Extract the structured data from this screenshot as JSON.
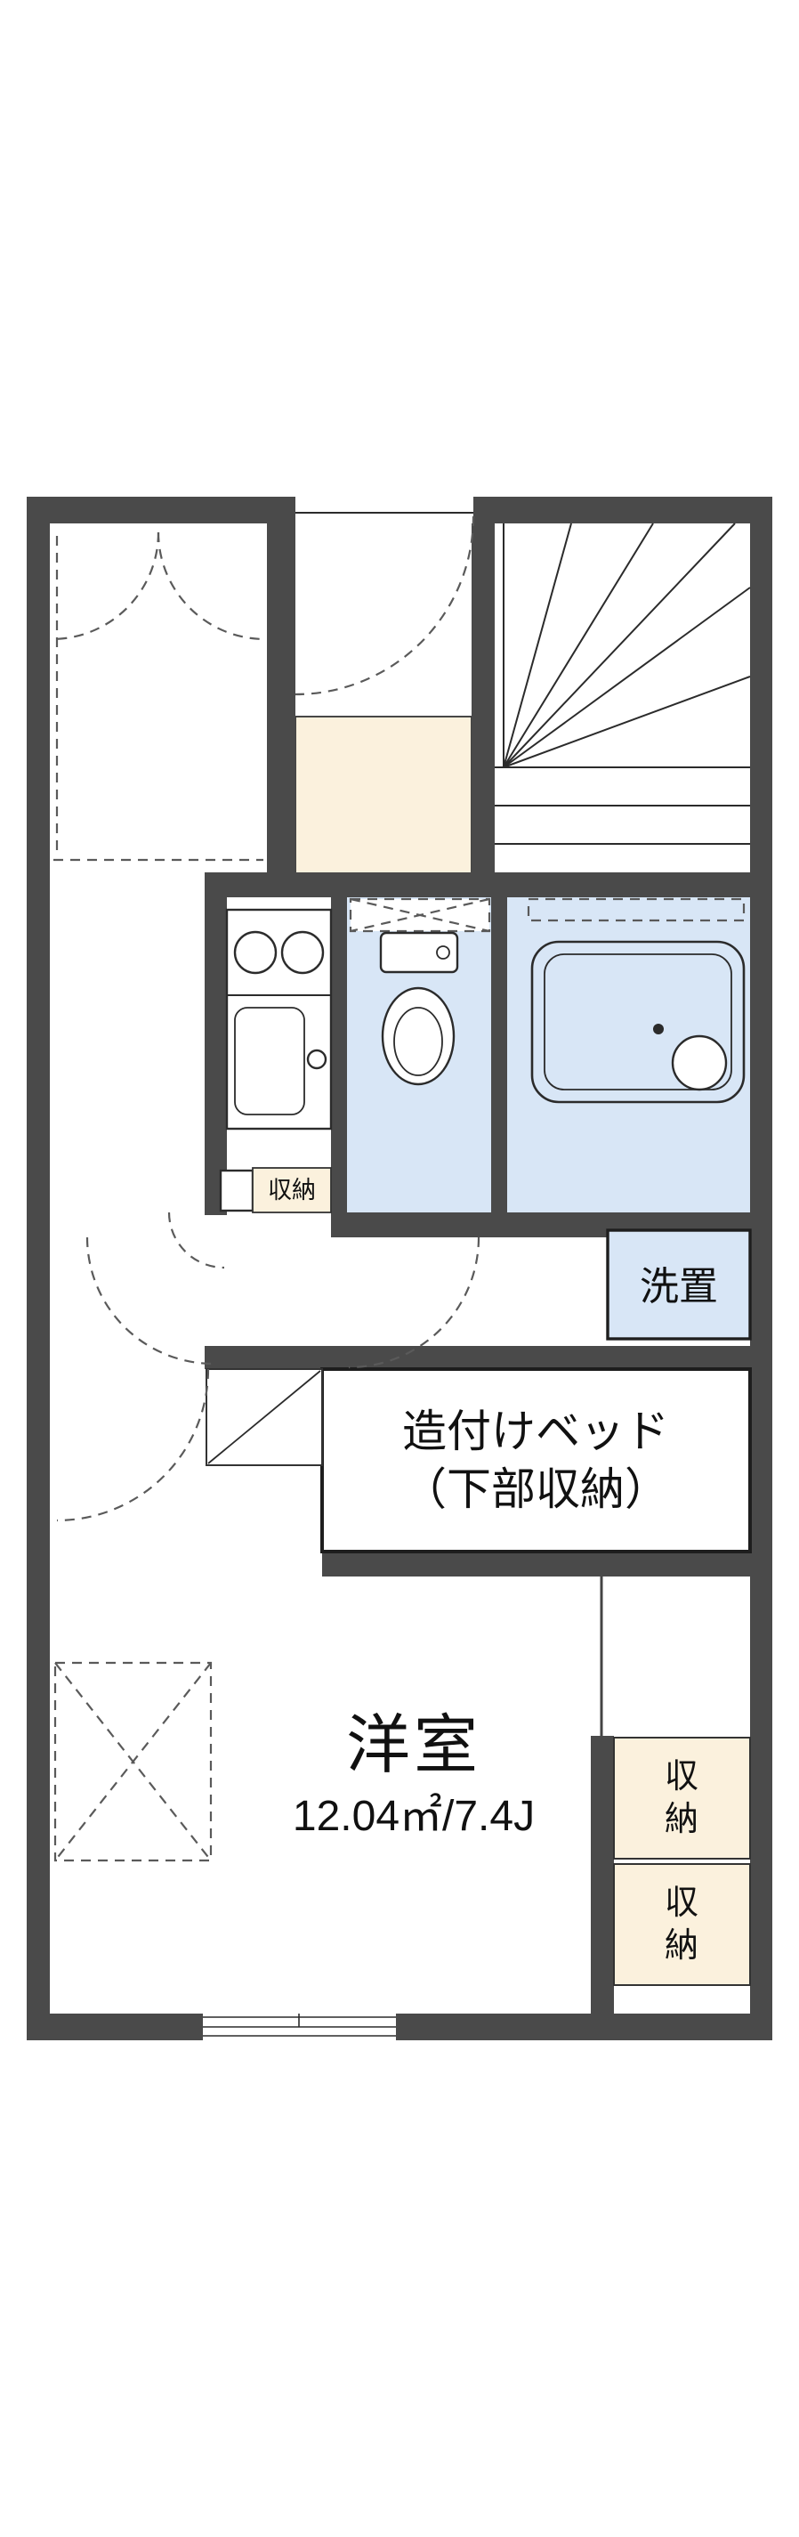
{
  "floorplan": {
    "main_room": {
      "name": "洋室",
      "area": "12.04㎡/7.4J"
    },
    "bed": {
      "label_line1": "造付けベッド",
      "label_line2": "（下部収納）"
    },
    "washer": {
      "label": "洗置"
    },
    "kitchen_storage": {
      "label": "収納"
    },
    "right_storage_boxes": [
      {
        "chars": [
          "収",
          "納"
        ]
      },
      {
        "chars": [
          "収",
          "納"
        ]
      }
    ],
    "colors": {
      "wall": "#4a4a4a",
      "water_blue": "#d8e6f6",
      "storage_cream": "#fbf1dd",
      "outline": "#2b2b2b"
    }
  }
}
